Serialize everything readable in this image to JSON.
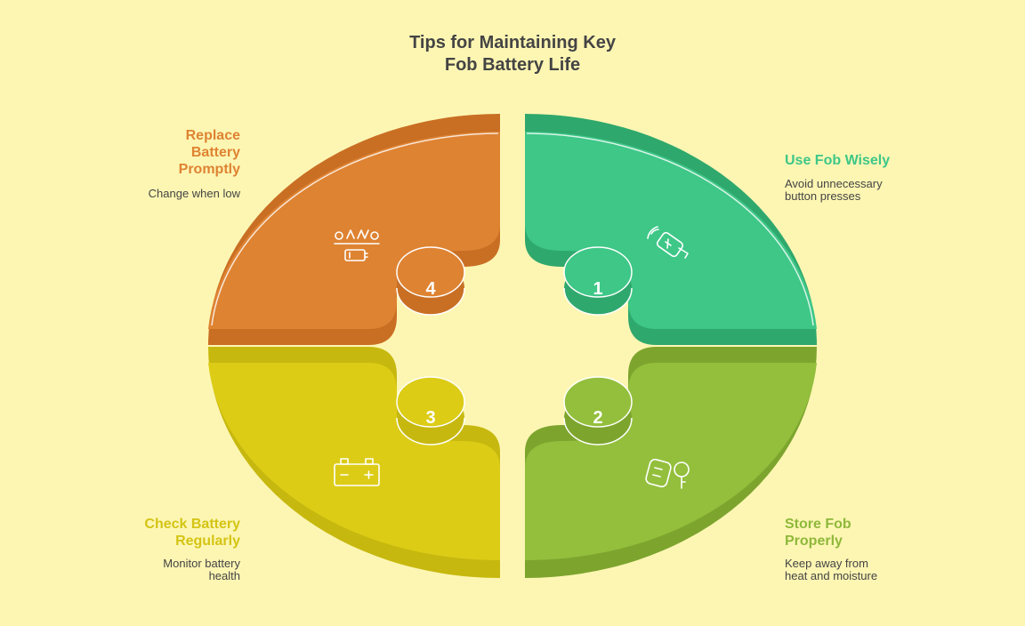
{
  "title": [
    "Tips for Maintaining Key",
    "Fob Battery Life"
  ],
  "colors": {
    "background": "#fdf6b3",
    "step1": "#3ec787",
    "step2": "#93bf3c",
    "step3": "#dccc16",
    "step4": "#de8332",
    "text": "#444444"
  },
  "steps": [
    {
      "number": "1",
      "title": [
        "Use Fob Wisely"
      ],
      "description": [
        "Avoid unnecessary",
        "button presses"
      ],
      "icon": "key-fob-signal-icon"
    },
    {
      "number": "2",
      "title": [
        "Store Fob",
        "Properly"
      ],
      "description": [
        "Keep away from",
        "heat and moisture"
      ],
      "icon": "key-fob-key-icon"
    },
    {
      "number": "3",
      "title": [
        "Check Battery",
        "Regularly"
      ],
      "description": [
        "Monitor battery",
        "health"
      ],
      "icon": "car-battery-icon"
    },
    {
      "number": "4",
      "title": [
        "Replace",
        "Battery",
        "Promptly"
      ],
      "description": [
        "Change when low"
      ],
      "icon": "battery-replace-icon"
    }
  ]
}
